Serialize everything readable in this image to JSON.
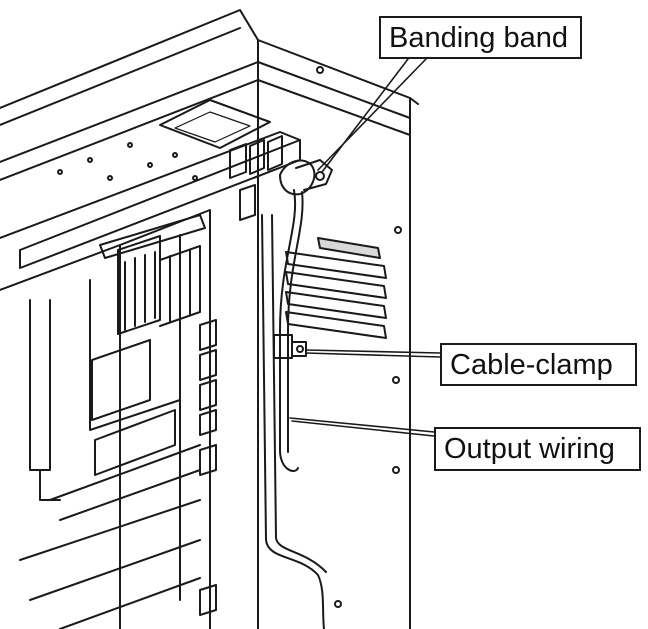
{
  "diagram": {
    "callouts": [
      {
        "id": "banding-band",
        "label": "Banding band"
      },
      {
        "id": "cable-clamp",
        "label": "Cable-clamp"
      },
      {
        "id": "output-wiring",
        "label": "Output wiring"
      }
    ],
    "colors": {
      "line": "#1a1a1a",
      "background": "#ffffff",
      "panel": "#ffffff",
      "shade": "#d8d8d8"
    }
  }
}
